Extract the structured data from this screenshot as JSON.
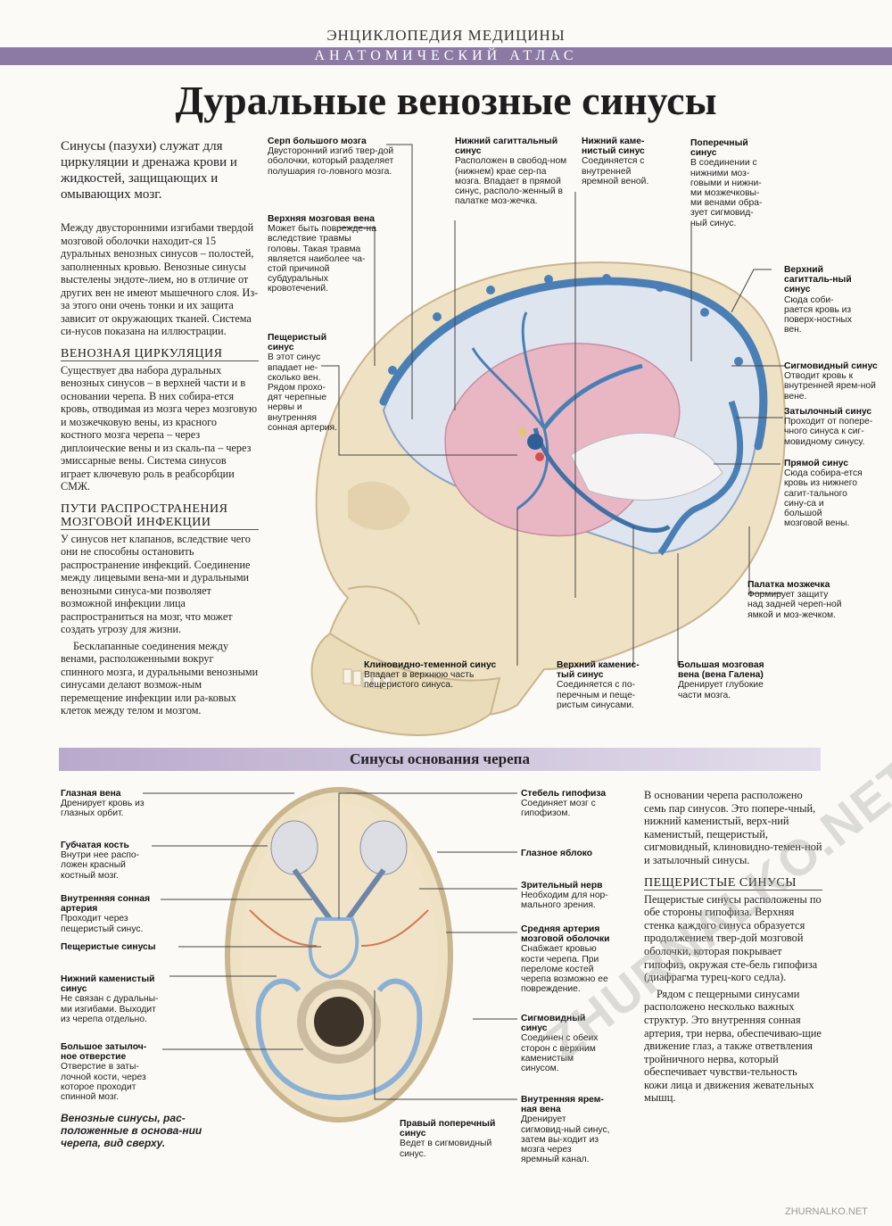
{
  "header": {
    "series": "ЭНЦИКЛОПЕДИЯ МЕДИЦИНЫ",
    "band": "АНАТОМИЧЕСКИЙ АТЛАС"
  },
  "title": "Дуральные венозные синусы",
  "intro": "Синусы (пазухи) служат для циркуляции и дренажа крови и жидкостей, защищающих и омывающих мозг.",
  "col1": {
    "p1": "Между двусторонними изгибами твердой мозговой оболочки находит-ся 15 дуральных венозных синусов – полостей, заполненных кровью. Венозные синусы выстелены эндоте-лием, но в отличие от других вен не имеют мышечного слоя. Из-за этого они очень тонки и их защита зависит от окружающих тканей. Система си-нусов показана на иллюстрации.",
    "h1": "ВЕНОЗНАЯ ЦИРКУЛЯЦИЯ",
    "p2": "Существует два набора дуральных венозных синусов – в верхней части и в основании черепа. В них собира-ется кровь, отводимая из мозга через мозговую и мозжечковую вены, из красного костного мозга черепа – через диплоические вены и из скаль-па – через эмиссарные вены. Система синусов играет ключевую роль в реабсорбции СМЖ.",
    "h2": "ПУТИ РАСПРОСТРАНЕНИЯ МОЗГОВОЙ ИНФЕКЦИИ",
    "p3": "У синусов нет клапанов, вследствие чего они не способны остановить распространение инфекций. Соединение между лицевыми вена-ми и дуральными венозными синуса-ми позволяет возможной инфекции лица распространиться на мозг, что может создать угрозу для жизни.",
    "p4": "Бесклапанные соединения между венами, расположенными вокруг спинного мозга, и дуральными венозными синусами делают возмож-ным перемещение инфекции или ра-ковых клеток между телом и мозгом."
  },
  "labels_top": {
    "serp": {
      "t": "Серп большого мозга",
      "d": "Двусторонний изгиб твер-дой оболочки, который разделяет полушария го-ловного мозга."
    },
    "verh_vena": {
      "t": "Верхняя мозговая вена",
      "d": "Может быть поврежде-на вследствие травмы головы. Такая травма является наиболее ча-стой причиной субдуральных кровотечений."
    },
    "pesch": {
      "t": "Пещеристый синус",
      "d": "В этот синус впадает не-сколько вен. Рядом прохо-дят черепные нервы и внутренняя сонная артерия."
    },
    "nizh_sag": {
      "t": "Нижний сагиттальный синус",
      "d": "Расположен в свобод-ном (нижнем) крае сер-па мозга. Впадает в прямой синус, располо-женный в палатке моз-жечка."
    },
    "nizh_kam": {
      "t": "Нижний каме-нистый синус",
      "d": "Соединяется с внутренней яремной веной."
    },
    "poper": {
      "t": "Поперечный синус",
      "d": "В соединении с нижними моз-говыми и нижни-ми мозжечковы-ми венами обра-зует сигмовид-ный синус."
    },
    "verh_sag": {
      "t": "Верхний сагитталь-ный синус",
      "d": "Сюда соби-рается кровь из поверх-ностных вен."
    },
    "sigm": {
      "t": "Сигмовидный синус",
      "d": "Отводит кровь к внутренней ярем-ной вене."
    },
    "zatyl": {
      "t": "Затылочный синус",
      "d": "Проходит от попере-чного синуса к сиг-мовидному синусу."
    },
    "pryam": {
      "t": "Прямой синус",
      "d": "Сюда собира-ется кровь из нижнего сагит-тального сину-са и большой мозговой вены."
    },
    "palatka": {
      "t": "Палатка мозжечка",
      "d": "Формирует защиту над задней череп-ной ямкой и моз-жечком."
    },
    "klin": {
      "t": "Клиновидно-теменной синус",
      "d": "Впадает в верхнюю часть пещеристого синуса."
    },
    "verh_kam": {
      "t": "Верхний каменис-тый синус",
      "d": "Соединяется с по-перечным и пеще-ристым синусами."
    },
    "galen": {
      "t": "Большая мозговая вена (вена Галена)",
      "d": "Дренирует глубокие части мозга."
    }
  },
  "section2": {
    "title": "Синусы основания черепа",
    "caption": "Венозные синусы, рас-положенные в основа-нии черепа, вид сверху."
  },
  "labels_bottom": {
    "glaz_vena": {
      "t": "Глазная вена",
      "d": "Дренирует кровь из глазных орбит."
    },
    "gubch": {
      "t": "Губчатая кость",
      "d": "Внутри нее распо-ложен красный костный мозг."
    },
    "vn_sonn": {
      "t": "Внутренняя сонная артерия",
      "d": "Проходит через пещеристый синус."
    },
    "pesch2": {
      "t": "Пещеристые синусы",
      "d": ""
    },
    "nizh_kam2": {
      "t": "Нижний каменистый синус",
      "d": "Не связан с дуральны-ми изгибами. Выходит из черепа отдельно."
    },
    "bolsh_otv": {
      "t": "Большое затылоч-ное отверстие",
      "d": "Отверстие в заты-лочной кости, через которое проходит спинной мозг."
    },
    "stebel": {
      "t": "Стебель гипофиза",
      "d": "Соединяет мозг с гипофизом."
    },
    "glaz_yabl": {
      "t": "Глазное яблоко",
      "d": ""
    },
    "zrit": {
      "t": "Зрительный нерв",
      "d": "Необходим для нор-мального зрения."
    },
    "sredn_art": {
      "t": "Средняя артерия мозговой оболочки",
      "d": "Снабжает кровью кости черепа. При переломе костей черепа возможно ее повреждение."
    },
    "sigm2": {
      "t": "Сигмовидный синус",
      "d": "Соединен с обеих сторон с верхним каменистым синусом."
    },
    "vn_yar": {
      "t": "Внутренняя ярем-ная вена",
      "d": "Дренирует сигмовид-ный синус, затем вы-ходит из мозга через яремный канал."
    },
    "prav_pop": {
      "t": "Правый поперечный синус",
      "d": "Ведет в сигмовидный синус."
    }
  },
  "col3": {
    "p1": "В основании черепа расположено семь пар синусов. Это попере-чный, нижний каменистый, верх-ний каменистый, пещеристый, сигмовидный, клиновидно-темен-ной и затылочный синусы.",
    "h1": "ПЕЩЕРИСТЫЕ СИНУСЫ",
    "p2": "Пещеристые синусы расположены по обе стороны гипофиза. Верхняя стенка каждого синуса образуется продолжением твер-дой мозговой оболочки, которая покрывает гипофиз, окружая сте-бель гипофиза (диафрагма турец-кого седла).",
    "p3": "Рядом с пещерными синусами расположено несколько важных структур. Это внутренняя сонная артерия, три нерва, обеспечиваю-щие движение глаз, а также ответвления тройничного нерва, который обеспечивает чувстви-тельность кожи лица и движения жевательных мышц."
  },
  "watermark": "ZHURNALKO.NET",
  "watermark_big": "ZHURNALKO.NET",
  "colors": {
    "band": "#8c7aa5",
    "vein": "#4a7fb5",
    "bone": "#efe2c4",
    "brain": "#e9b7c4"
  }
}
